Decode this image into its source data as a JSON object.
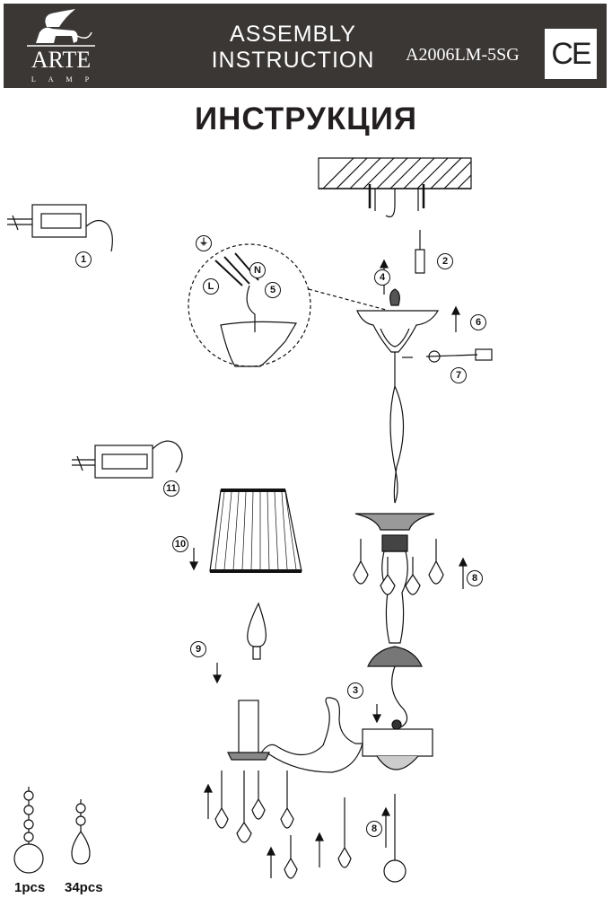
{
  "header": {
    "brand": "ARTE",
    "brand_sub": "LAMP",
    "title_line1": "ASSEMBLY",
    "title_line2": "INSTRUCTION",
    "model": "A2006LM-5SG",
    "cert_mark": "CE"
  },
  "heading": "ИНСТРУКЦИЯ",
  "steps": [
    "1",
    "2",
    "3",
    "4",
    "5",
    "6",
    "7",
    "8",
    "8",
    "9",
    "10",
    "11"
  ],
  "wire_labels": {
    "earth": "⏚",
    "live": "L",
    "neutral": "N"
  },
  "parts": [
    {
      "name": "ball-crystal-pendant",
      "qty": "1pcs"
    },
    {
      "name": "drop-crystal-pendant",
      "qty": "34pcs"
    }
  ]
}
